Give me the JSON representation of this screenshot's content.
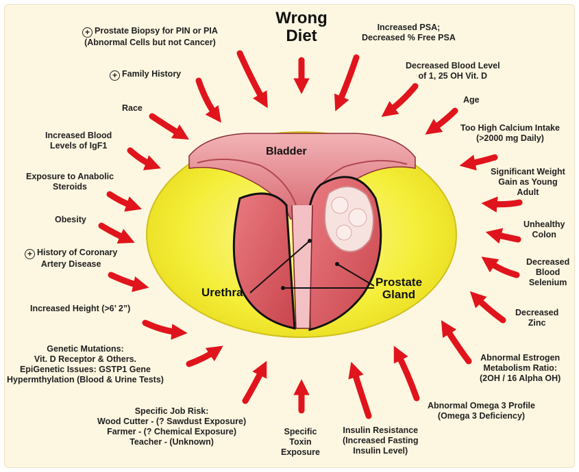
{
  "title": [
    "Wrong",
    "Diet"
  ],
  "center": {
    "bladder": "Bladder",
    "urethra": "Urethra",
    "prostate_gland": [
      "Prostate",
      "Gland"
    ]
  },
  "factors": {
    "biopsy": [
      "Prostate Biopsy for PIN or PIA",
      "(Abnormal Cells but not Cancer)"
    ],
    "family_history": [
      "Family History"
    ],
    "race": [
      "Race"
    ],
    "igf1": [
      "Increased Blood",
      "Levels of IgF1"
    ],
    "anabolic": [
      "Exposure to Anabolic",
      "Steroids"
    ],
    "obesity": [
      "Obesity"
    ],
    "coronary": [
      "History of Coronary",
      "Artery Disease"
    ],
    "height": [
      "Increased Height (>6’ 2”)"
    ],
    "genetic": [
      "Genetic Mutations:",
      "Vit. D Receptor & Others.",
      "EpiGenetic Issues: GSTP1 Gene",
      "Hypermthylation (Blood & Urine Tests)"
    ],
    "job_risk": [
      "Specific Job Risk:",
      "Wood Cutter - (? Sawdust Exposure)",
      "Farmer - (? Chemical Exposure)",
      "Teacher - (Unknown)"
    ],
    "toxin": [
      "Specific",
      "Toxin",
      "Exposure"
    ],
    "insulin": [
      "Insulin Resistance",
      "(Increased Fasting",
      "Insulin Level)"
    ],
    "omega3": [
      "Abnormal Omega 3 Profile",
      "(Omega 3 Deficiency)"
    ],
    "estrogen": [
      "Abnormal Estrogen",
      "Metabolism Ratio:",
      "(2OH / 16 Alpha OH)"
    ],
    "zinc": [
      "Decreased",
      "Zinc"
    ],
    "selenium": [
      "Decreased",
      "Blood",
      "Selenium"
    ],
    "colon": [
      "Unhealthy",
      "Colon"
    ],
    "weight_gain": [
      "Significant Weight",
      "Gain as Young",
      "Adult"
    ],
    "calcium": [
      "Too High Calcium Intake",
      "(>2000 mg Daily)"
    ],
    "age": [
      "Age"
    ],
    "vit_d": [
      "Decreased Blood Level",
      "of 1, 25 OH Vit. D"
    ],
    "psa": [
      "Increased PSA;",
      "Decreased % Free PSA"
    ]
  },
  "plus_marked": [
    "biopsy",
    "family_history",
    "coronary"
  ],
  "colors": {
    "arrow": "#e0141c",
    "ellipse": "#f4ee38",
    "tissue": "#e2828a",
    "background": "#fdf6e0"
  }
}
